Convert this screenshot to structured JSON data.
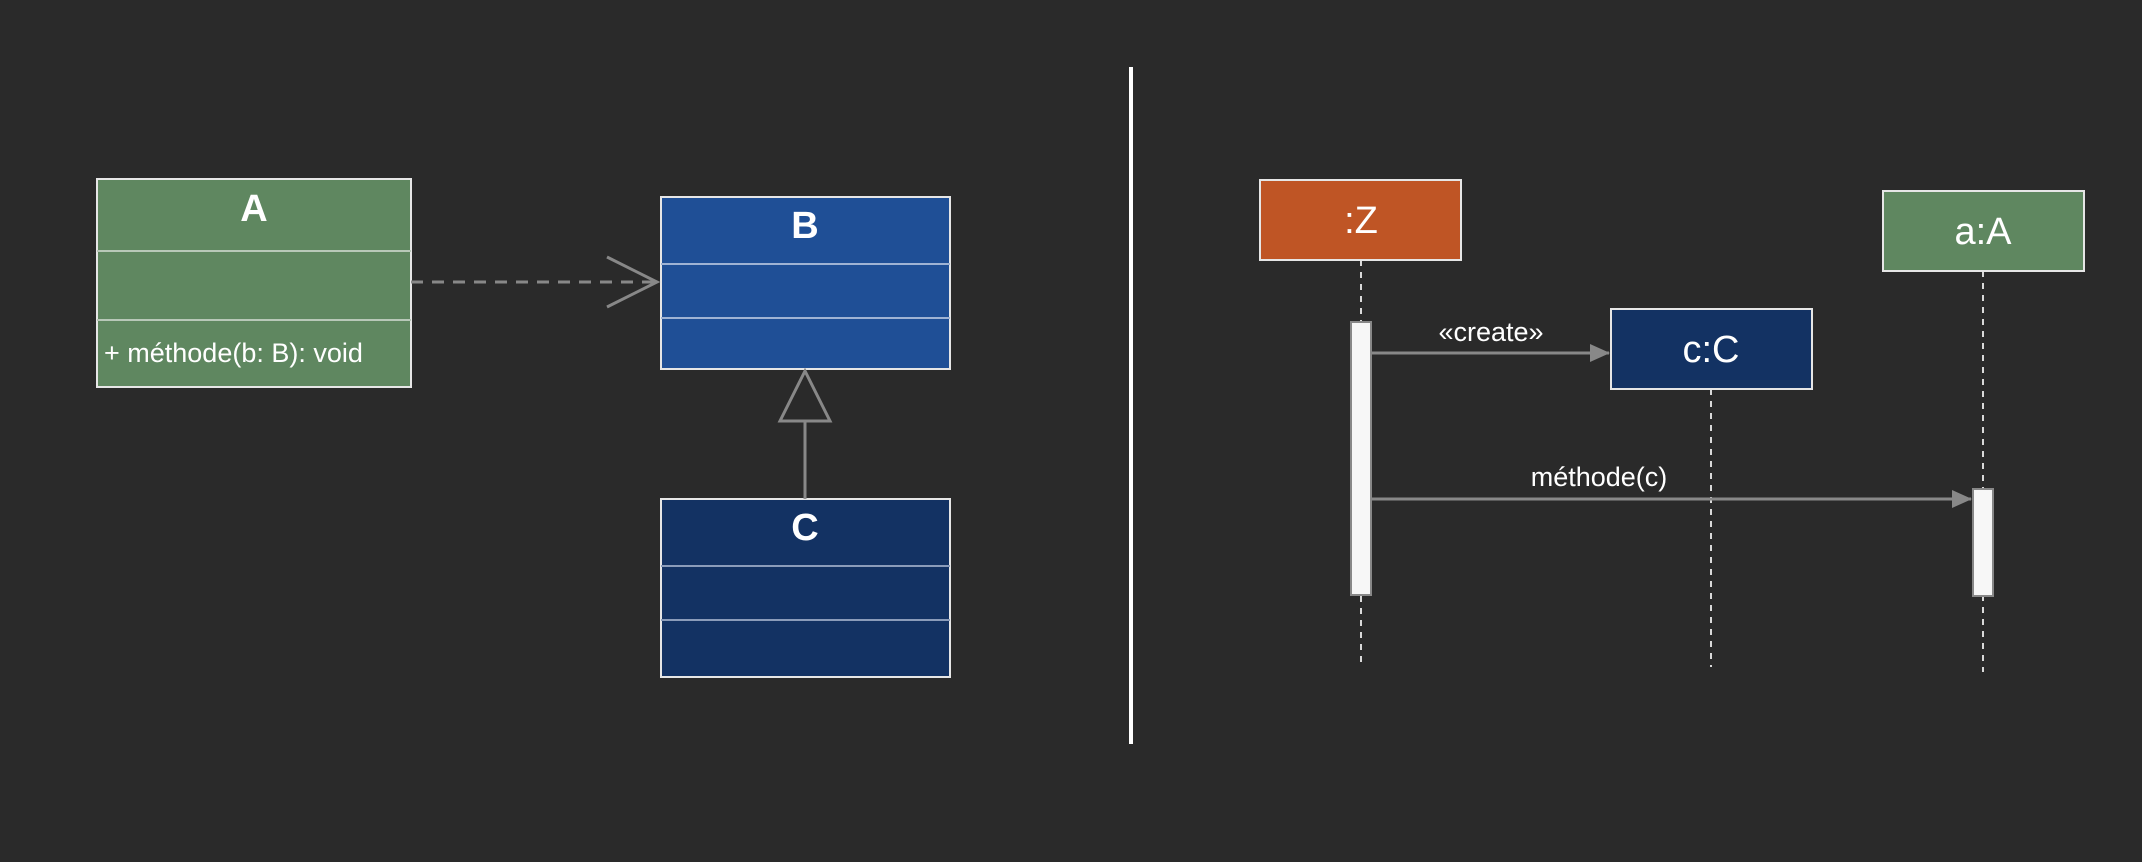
{
  "colors": {
    "background": "#2a2a2a",
    "class_a_fill": "#5f8760",
    "class_b_fill": "#1f4f96",
    "class_c_fill": "#133263",
    "object_z_fill": "#bf5525",
    "object_c_fill": "#133263",
    "object_a_fill": "#5f8760",
    "border": "#e6e6e6",
    "connector": "#888888",
    "activation_fill": "#f7f7f7",
    "separator": "#ffffff"
  },
  "class_diagram": {
    "class_a": {
      "name": "A",
      "attributes": "",
      "operations": "+ méthode(b: B): void"
    },
    "class_b": {
      "name": "B",
      "attributes": "",
      "operations": ""
    },
    "class_c": {
      "name": "C",
      "attributes": "",
      "operations": ""
    }
  },
  "sequence_diagram": {
    "object_z": {
      "label": ":Z"
    },
    "object_c": {
      "label": "c:C"
    },
    "object_a": {
      "label": "a:A"
    },
    "messages": {
      "create": "«create»",
      "call": "méthode(c)"
    }
  }
}
